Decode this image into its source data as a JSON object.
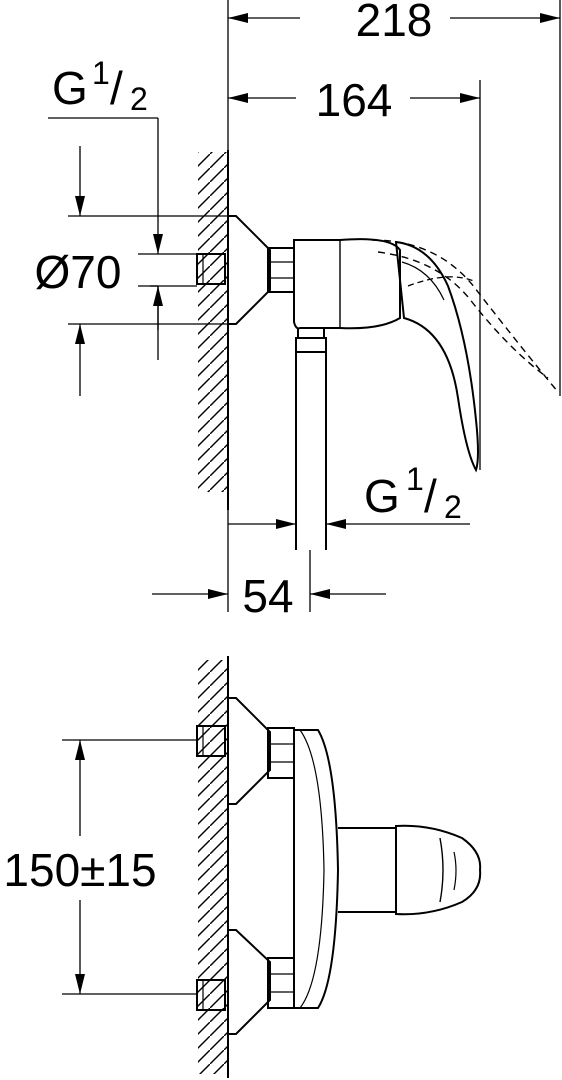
{
  "dimensions": {
    "total_depth": "218",
    "body_depth": "164",
    "outlet_offset": "54",
    "rosette_diameter": "Ø70",
    "center_distance": "150±15"
  },
  "threads": {
    "inlet": {
      "prefix": "G",
      "num": "1",
      "slash": "/",
      "den": "2"
    },
    "outlet": {
      "prefix": "G",
      "num": "1",
      "slash": "/",
      "den": "2"
    }
  },
  "colors": {
    "line": "#000000",
    "background": "#ffffff"
  }
}
